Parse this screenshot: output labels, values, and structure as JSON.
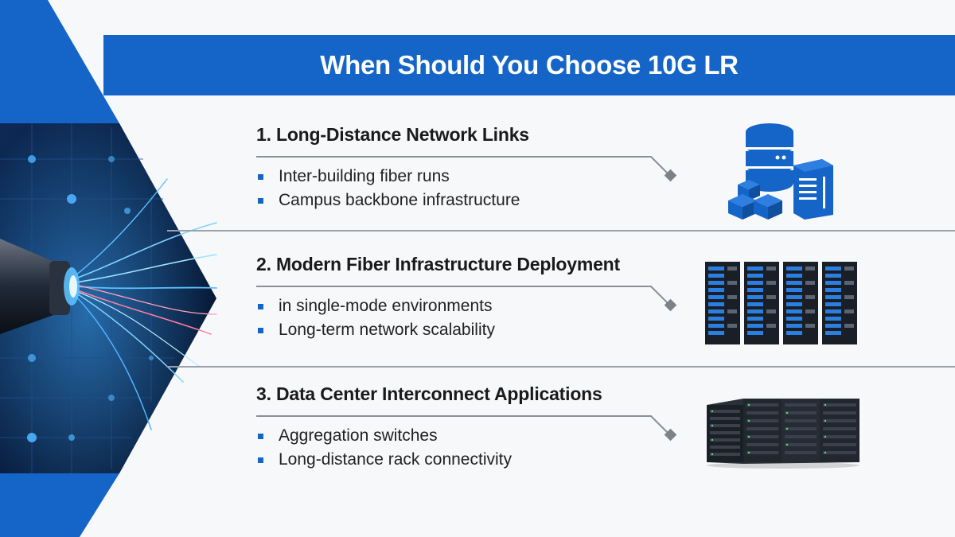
{
  "header": {
    "title": "When Should You Choose 10G LR"
  },
  "sections": [
    {
      "title": "1. Long-Distance Network Links",
      "bullets": [
        "Inter-building fiber runs",
        "Campus backbone infrastructure"
      ],
      "icon": "database-server-icon"
    },
    {
      "title": "2. Modern Fiber Infrastructure Deployment",
      "bullets": [
        "in single-mode environments",
        "Long-term network scalability"
      ],
      "icon": "server-racks-icon"
    },
    {
      "title": "3. Data Center Interconnect Applications",
      "bullets": [
        "Aggregation switches",
        "Long-distance rack connectivity"
      ],
      "icon": "rack-server-cluster-icon"
    }
  ],
  "decor": {
    "left_image": "fiber-optic-cable-icon"
  },
  "colors": {
    "accent": "#1565c8",
    "text": "#1a1a1a",
    "divider": "#9aa3ad",
    "background": "#f7f8fa"
  }
}
